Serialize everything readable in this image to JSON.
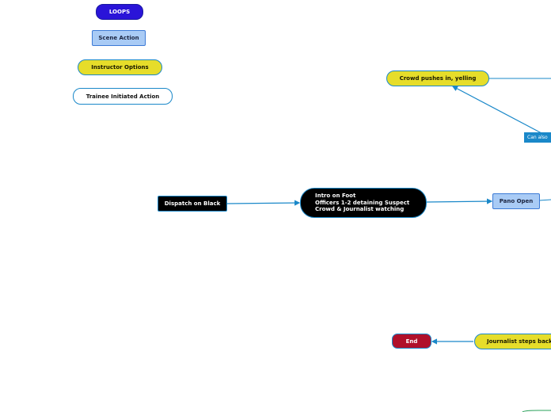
{
  "legend": {
    "loops": "LOOPS",
    "scene_action": "Scene Action",
    "instructor_options": "Instructor Options",
    "trainee_action": "Trainee Initiated Action"
  },
  "nodes": {
    "dispatch": "Dispatch on Black",
    "intro_lines": [
      "Intro on Foot",
      "Officers 1-2 detaining Suspect",
      "Crowd & Journalist watching"
    ],
    "pano_open": "Pano Open",
    "crowd_pushes": "Crowd pushes in, yelling",
    "can_also": "Can also",
    "journalist_steps": "Journalist steps back",
    "end": "End"
  },
  "colors": {
    "loops_fill": "#2a14d8",
    "scene_fill": "#a9cbf5",
    "instructor_fill": "#e6dd2a",
    "dispatch_fill": "#000000",
    "end_fill": "#b0102a",
    "connector": "#1a88c9"
  }
}
